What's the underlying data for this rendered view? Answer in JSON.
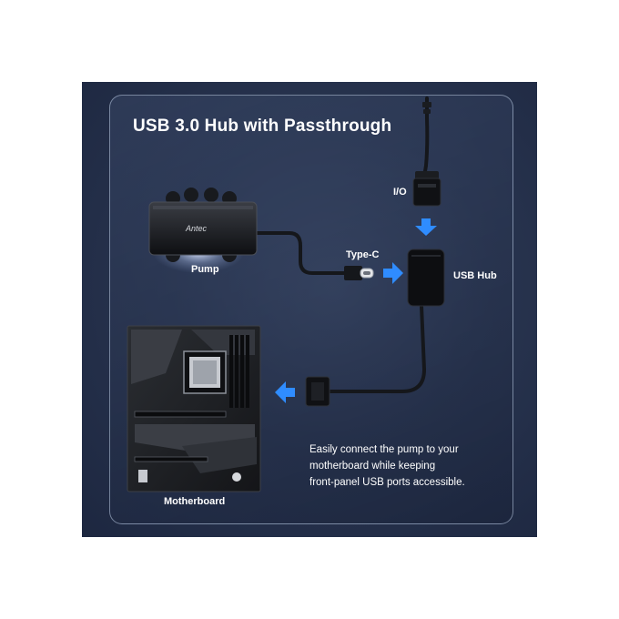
{
  "title": "USB 3.0 Hub with Passthrough",
  "labels": {
    "io": "I/O",
    "type_c": "Type-C",
    "usb_hub": "USB Hub",
    "pump": "Pump",
    "motherboard": "Motherboard",
    "pump_brand": "Antec"
  },
  "description": [
    "Easily connect the pump to your",
    "motherboard while keeping",
    "front-panel USB ports accessible."
  ],
  "colors": {
    "background": "#28344f",
    "arrow": "#2f8cff",
    "text": "#ffffff",
    "panel_border": "#bccbe4"
  },
  "icons": [
    "down-arrow-icon",
    "right-arrow-icon",
    "left-arrow-icon"
  ]
}
